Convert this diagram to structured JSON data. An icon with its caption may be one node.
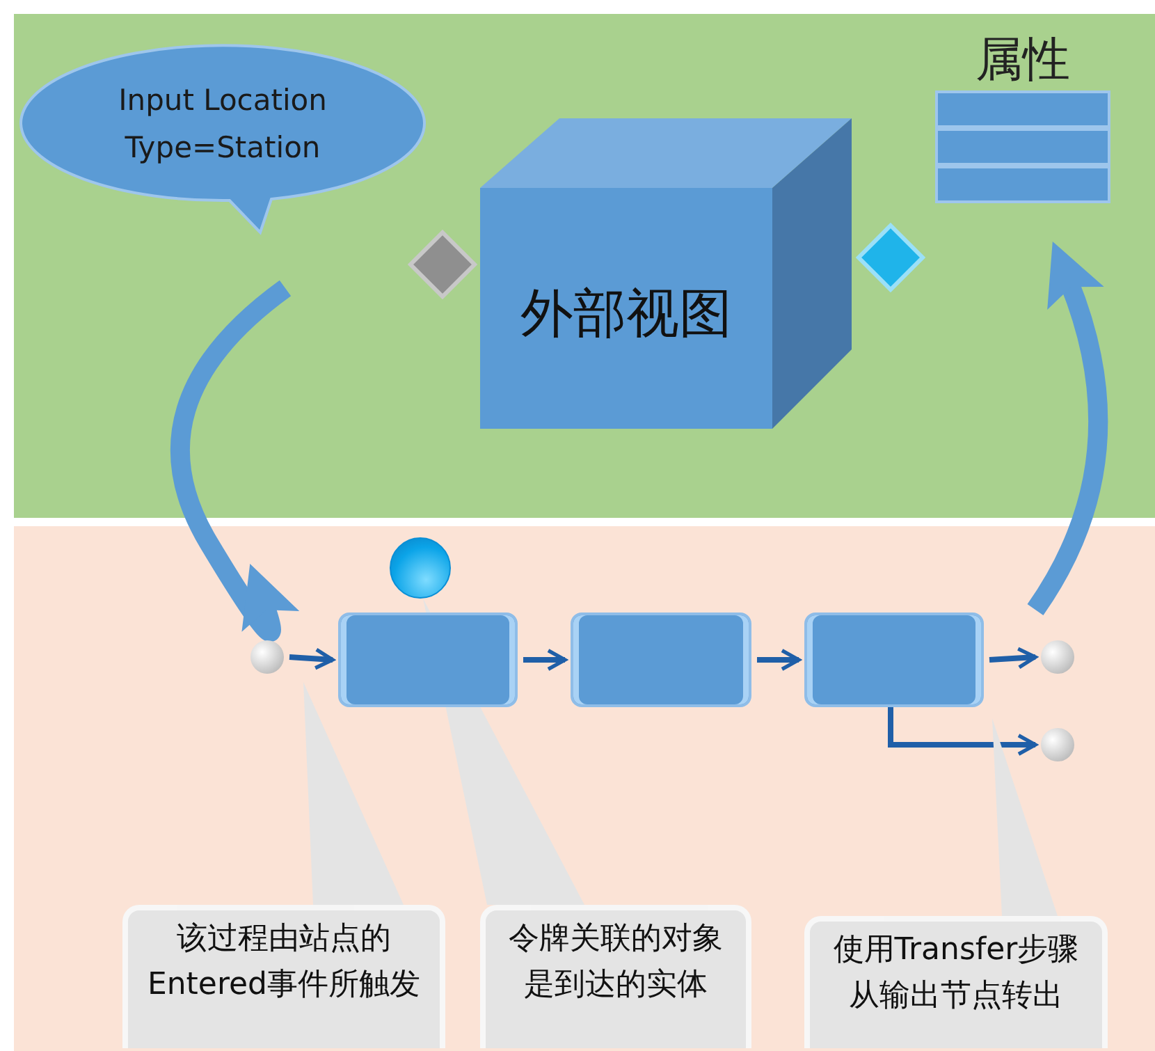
{
  "diagram": {
    "nodes": [
      {
        "text": [
          "Input Location Type=Station"
        ]
      },
      {
        "text": [
          "外部视图"
        ]
      },
      {
        "text": [],
        "shape": "diamond"
      },
      {
        "text": [],
        "shape": "diamond"
      },
      {
        "text": [
          "属性"
        ]
      },
      {
        "text": [],
        "shape": "circle"
      },
      {
        "text": [],
        "shape": "box"
      },
      {
        "text": [],
        "shape": "box"
      },
      {
        "text": [],
        "shape": "box"
      },
      {
        "text": [],
        "shape": "circle"
      },
      {
        "text": [],
        "shape": "circle"
      },
      {
        "text": [],
        "shape": "circle"
      },
      {
        "text": [
          "该过程由站点的Entered事件所触发"
        ]
      },
      {
        "text": [
          "令牌关联的对象是到达的实体"
        ]
      },
      {
        "text": [
          "使用Transfer步骤从输出节点转出"
        ]
      }
    ],
    "edges": [
      {
        "from": 0,
        "to": 5,
        "arrow": "to",
        "style": "thick",
        "color": "#5b9bd5"
      },
      {
        "from": 5,
        "to": 6,
        "arrow": "to"
      },
      {
        "from": 6,
        "to": 7,
        "arrow": "to"
      },
      {
        "from": 7,
        "to": 8,
        "arrow": "to"
      },
      {
        "from": 8,
        "to": 9,
        "arrow": "to"
      },
      {
        "from": 8,
        "to": 10,
        "arrow": "to"
      },
      {
        "from": 9,
        "to": 4,
        "arrow": "to",
        "style": "thick",
        "color": "#5b9bd5"
      },
      {
        "from": 12,
        "to": null,
        "arrow": "to",
        "color": "#e4e4e4"
      },
      {
        "from": 13,
        "to": 11,
        "arrow": "to",
        "color": "#e4e4e4"
      },
      {
        "from": 14,
        "to": null,
        "arrow": "to",
        "color": "#e4e4e4"
      }
    ]
  }
}
